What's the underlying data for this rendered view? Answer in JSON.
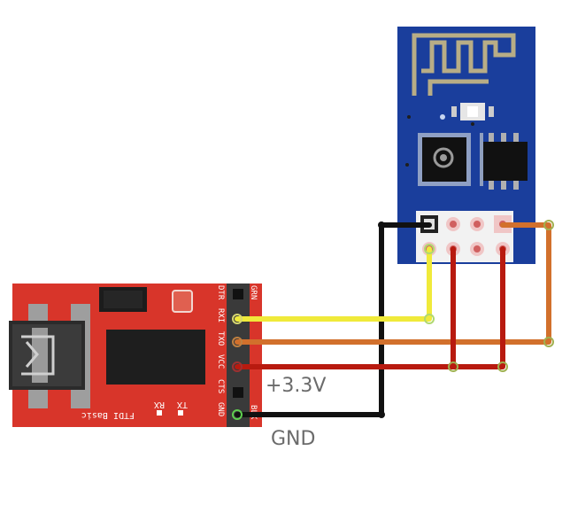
{
  "ftdi": {
    "name": "FTDI Basic",
    "pins": [
      "GRN",
      "DTR",
      "RXI",
      "TXO",
      "VCC",
      "CTS",
      "GND",
      "BLK"
    ],
    "led_labels": [
      "TX",
      "RX"
    ]
  },
  "labels": {
    "vcc": "+3.3V",
    "gnd": "GND"
  },
  "colors": {
    "ftdi_board": "#d8352a",
    "esp_board": "#1a3e9c",
    "wire_yellow": "#f0ea3a",
    "wire_orange": "#d2702c",
    "wire_red": "#b81a0f",
    "wire_black": "#111111"
  }
}
